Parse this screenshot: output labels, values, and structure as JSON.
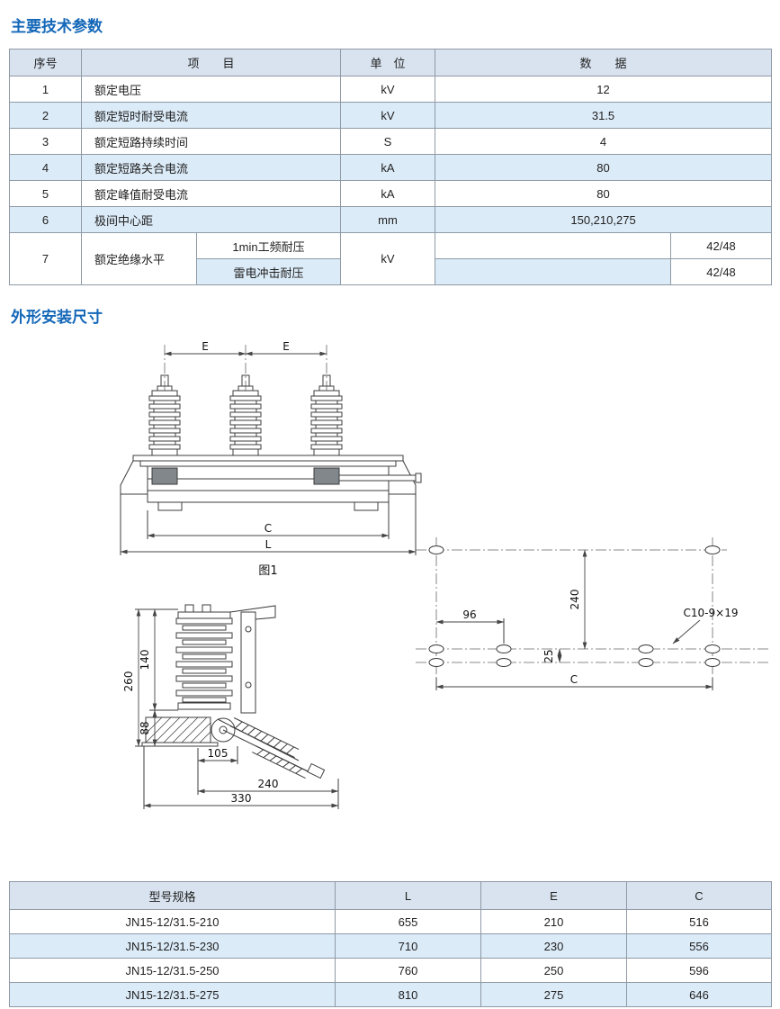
{
  "titles": {
    "section1": "主要技术参数",
    "section2": "外形安装尺寸"
  },
  "params_table": {
    "headers": {
      "no": "序号",
      "item": "项　　目",
      "unit": "单　位",
      "data": "数　　据"
    },
    "rows": [
      {
        "no": "1",
        "item": "额定电压",
        "unit": "kV",
        "data": "12"
      },
      {
        "no": "2",
        "item": "额定短时耐受电流",
        "unit": "kV",
        "data": "31.5"
      },
      {
        "no": "3",
        "item": "额定短路持续时间",
        "unit": "S",
        "data": "4"
      },
      {
        "no": "4",
        "item": "额定短路关合电流",
        "unit": "kA",
        "data": "80"
      },
      {
        "no": "5",
        "item": "额定峰值耐受电流",
        "unit": "kA",
        "data": "80"
      },
      {
        "no": "6",
        "item": "极间中心距",
        "unit": "mm",
        "data": "150,210,275"
      }
    ],
    "row7": {
      "no": "7",
      "item": "额定绝缘水平",
      "sub_items": [
        "1min工频耐压",
        "雷电冲击耐压"
      ],
      "unit": "kV",
      "values": [
        "42/48",
        "42/48"
      ]
    }
  },
  "figure1": {
    "caption": "图1",
    "dims": {
      "e1": "E",
      "e2": "E",
      "c": "C",
      "l": "L"
    }
  },
  "side_view": {
    "dims": {
      "h260": "260",
      "h140": "140",
      "h88": "88",
      "w105": "105",
      "w240": "240",
      "w330": "330"
    }
  },
  "hole_pattern": {
    "dims": {
      "w96": "96",
      "h240": "240",
      "h25": "25",
      "c": "C"
    },
    "note": "C10-9×19"
  },
  "models_table": {
    "headers": [
      "型号规格",
      "L",
      "E",
      "C"
    ],
    "rows": [
      [
        "JN15-12/31.5-210",
        "655",
        "210",
        "516"
      ],
      [
        "JN15-12/31.5-230",
        "710",
        "230",
        "556"
      ],
      [
        "JN15-12/31.5-250",
        "760",
        "250",
        "596"
      ],
      [
        "JN15-12/31.5-275",
        "810",
        "275",
        "646"
      ]
    ]
  }
}
